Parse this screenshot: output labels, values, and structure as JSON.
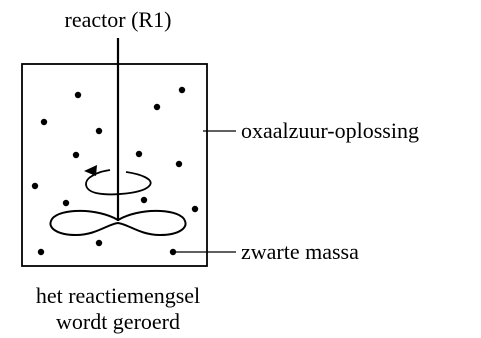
{
  "labels": {
    "reactor": "reactor (R1)",
    "solution": "oxaalzuur-oplossing",
    "black_mass": "zwarte massa",
    "caption_line1": "het reactiemengsel",
    "caption_line2": "wordt geroerd"
  },
  "colors": {
    "ink": "#000000",
    "background": "#ffffff"
  },
  "icons": {
    "rotation": "circular-arrow-icon",
    "stirrer": "propeller-blade-icon"
  }
}
